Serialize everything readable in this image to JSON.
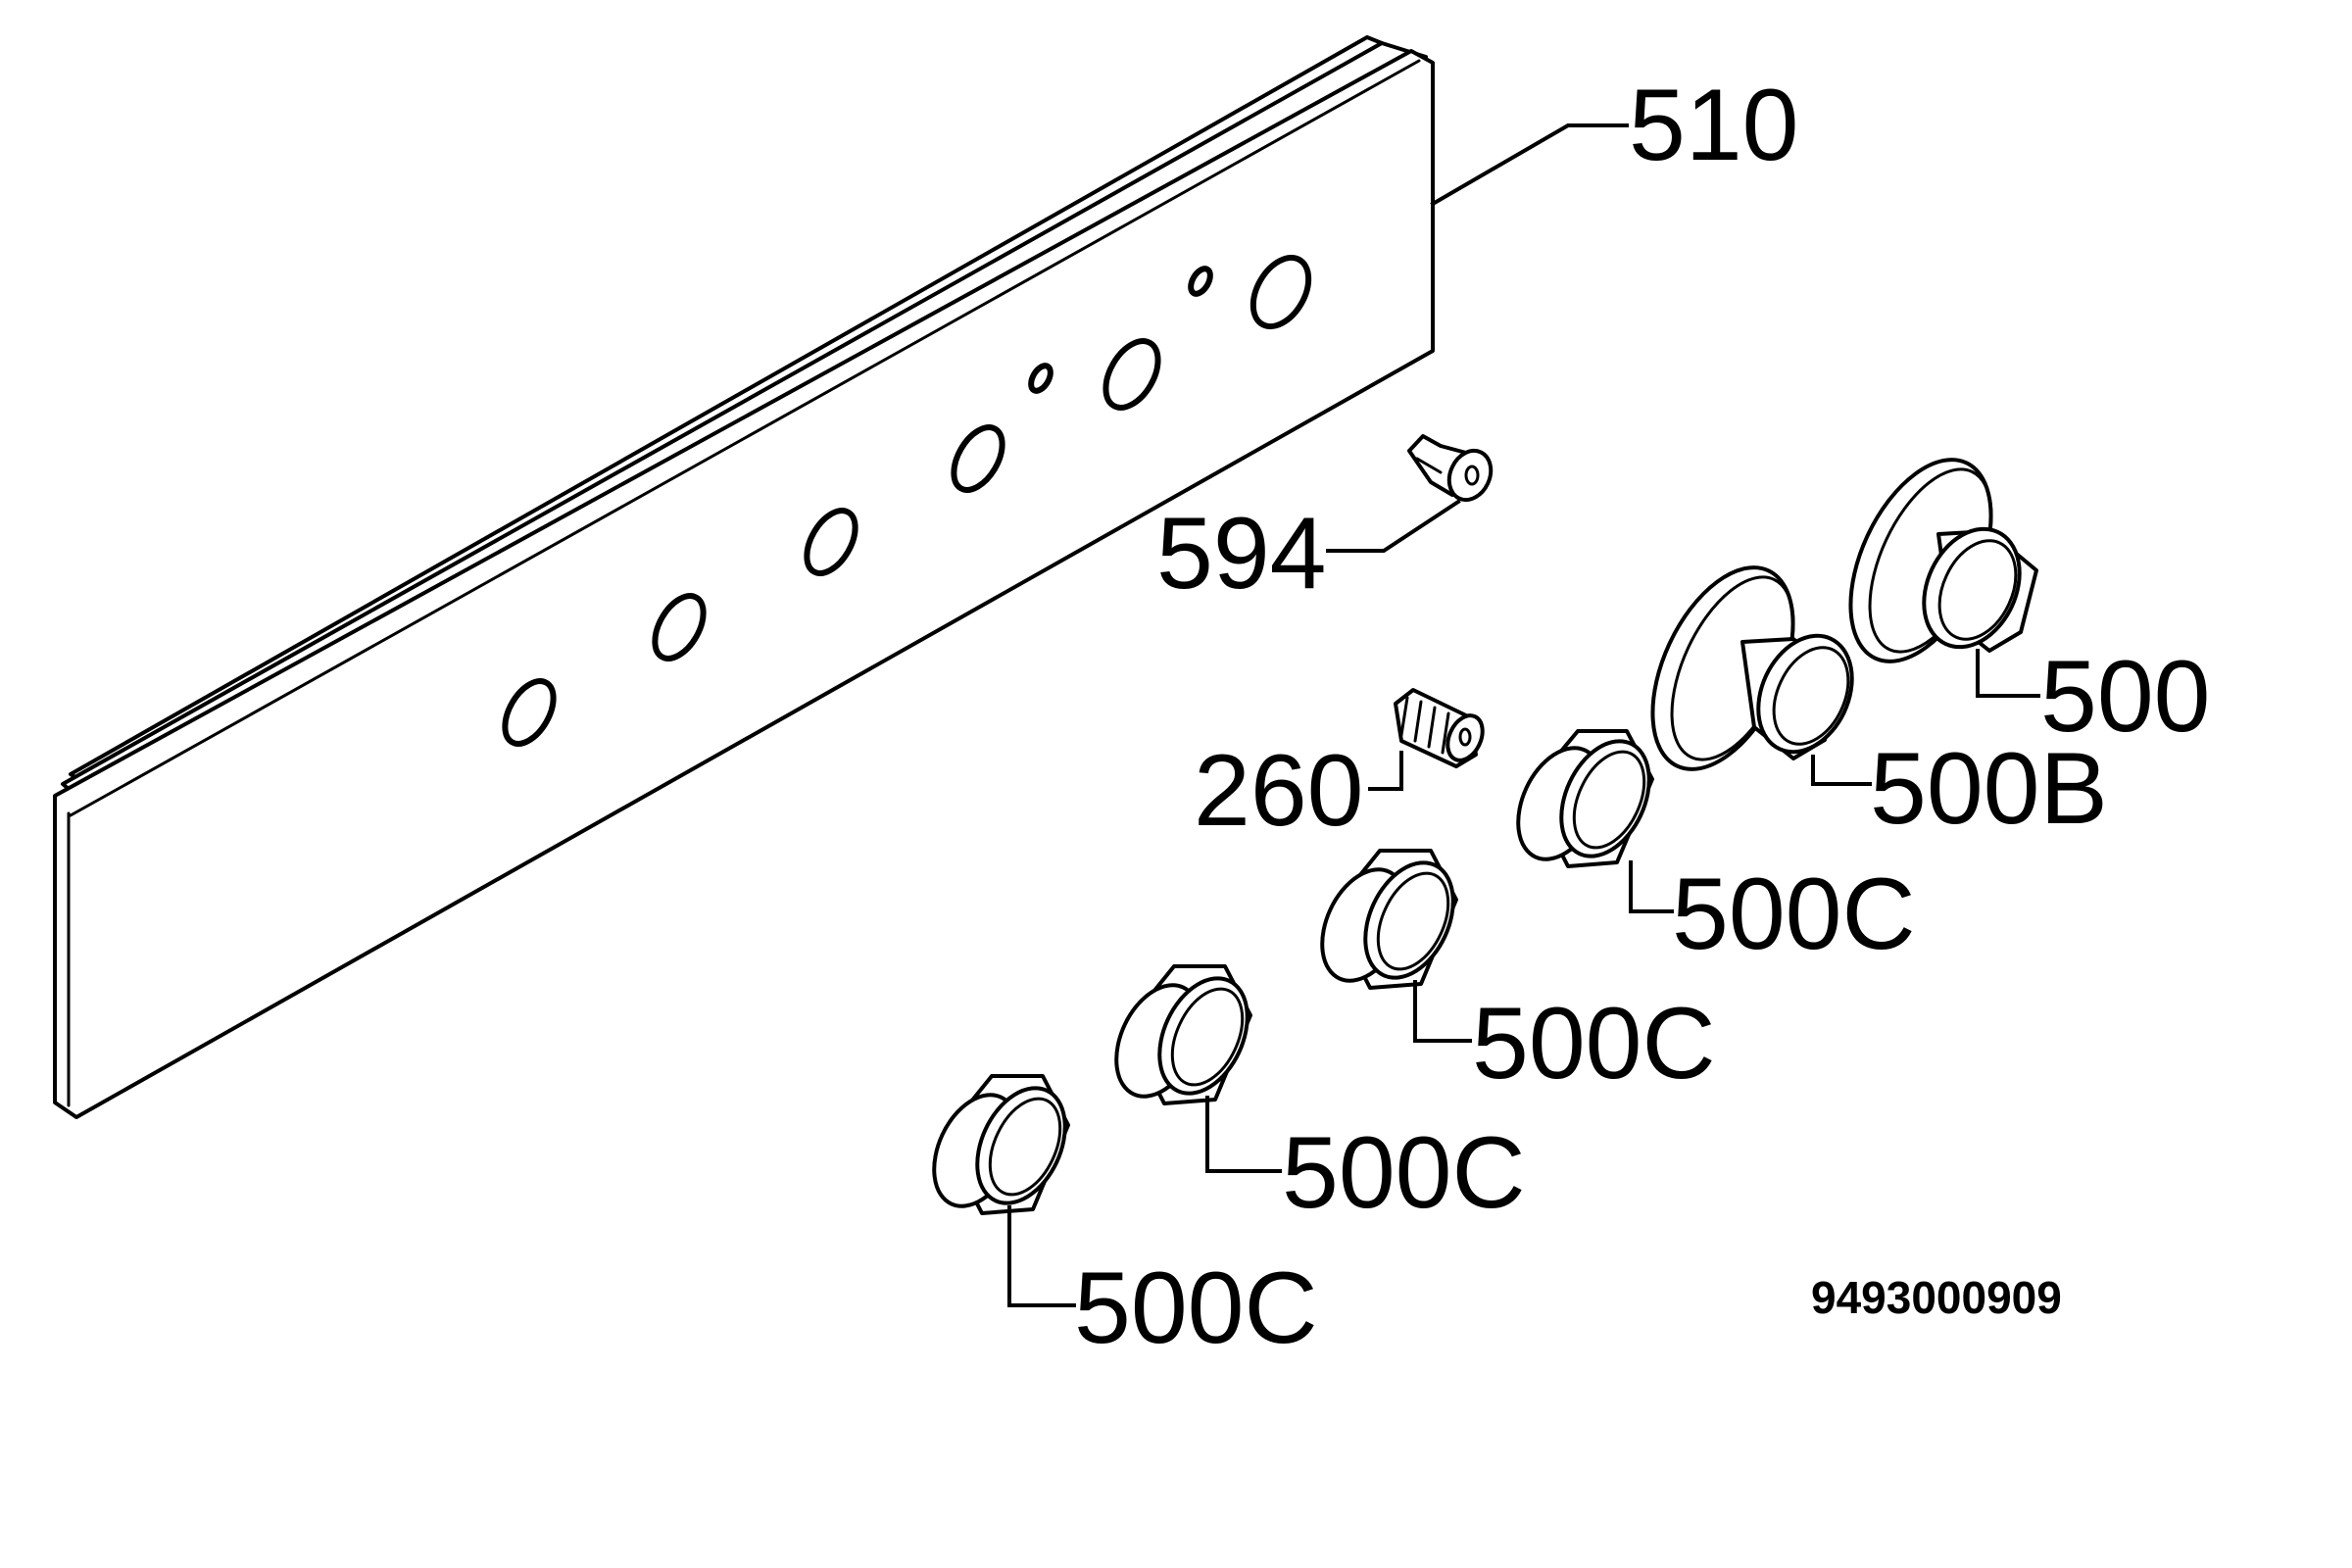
{
  "diagram": {
    "callouts": {
      "panel": "510",
      "clip": "594",
      "spring": "260",
      "knob_large_right": "500",
      "knob_large_left": "500B",
      "knob_small_1": "500C",
      "knob_small_2": "500C",
      "knob_small_3": "500C",
      "knob_small_4": "500C"
    },
    "drawing_number": "9493000909",
    "colors": {
      "line": "#000000",
      "background": "#ffffff"
    }
  }
}
